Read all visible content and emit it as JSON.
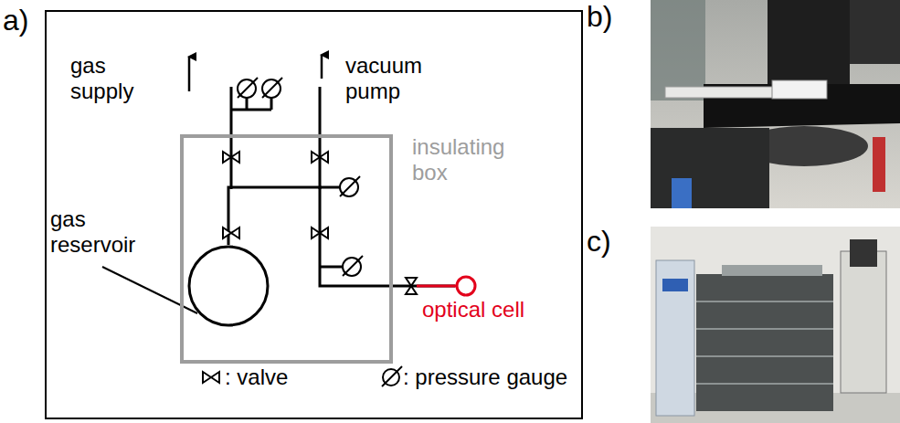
{
  "diagram": {
    "nodes": [
      {
        "text": [
          "insulating box"
        ]
      },
      {
        "text": [
          "gas reservoir"
        ],
        "in": 0
      },
      {
        "text": [
          "optical cell"
        ]
      }
    ],
    "edges": [
      {
        "from": 1,
        "to": 2,
        "arrow": "none"
      }
    ],
    "labels": [
      "a)",
      "gas supply",
      "vacuum pump",
      "b)",
      "c)"
    ],
    "legend": [
      {
        "text": ": valve"
      },
      {
        "text": ": pressure gauge"
      }
    ]
  }
}
